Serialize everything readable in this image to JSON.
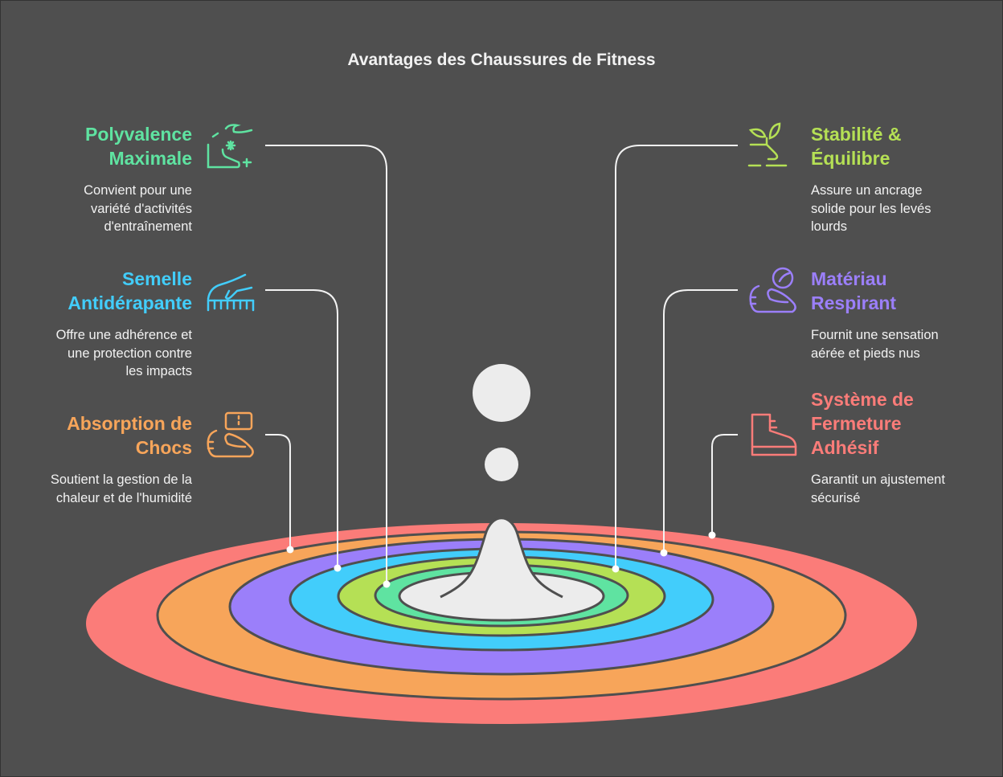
{
  "title": "Avantages des Chaussures de Fitness",
  "items": [
    {
      "title_lines": [
        "Polyvalence",
        "Maximale"
      ],
      "description_lines": [
        "Convient pour une",
        "variété d'activités",
        "d'entraînement"
      ],
      "color": "#5fe3a1",
      "icon": "foot-stars-icon"
    },
    {
      "title_lines": [
        "Semelle",
        "Antidérapante"
      ],
      "description_lines": [
        "Offre une adhérence et",
        "une protection contre",
        "les impacts"
      ],
      "color": "#42cdfb",
      "icon": "hand-sole-icon"
    },
    {
      "title_lines": [
        "Absorption de",
        "Chocs"
      ],
      "description_lines": [
        "Soutient la gestion de la",
        "chaleur et de l'humidité"
      ],
      "color": "#f7a55a",
      "icon": "shoe-cushion-icon"
    },
    {
      "title_lines": [
        "Stabilité &",
        "Équilibre"
      ],
      "description_lines": [
        "Assure un ancrage",
        "solide pour les levés",
        "lourds"
      ],
      "color": "#b5e055",
      "icon": "plant-foot-icon"
    },
    {
      "title_lines": [
        "Matériau",
        "Respirant"
      ],
      "description_lines": [
        "Fournit une sensation",
        "aérée et pieds nus"
      ],
      "color": "#9b7ffa",
      "icon": "breathable-shoe-icon"
    },
    {
      "title_lines": [
        "Système de",
        "Fermeture",
        "Adhésif"
      ],
      "description_lines": [
        "Garantit un ajustement",
        "sécurisé"
      ],
      "color": "#fb7c79",
      "icon": "boot-strap-icon"
    }
  ]
}
